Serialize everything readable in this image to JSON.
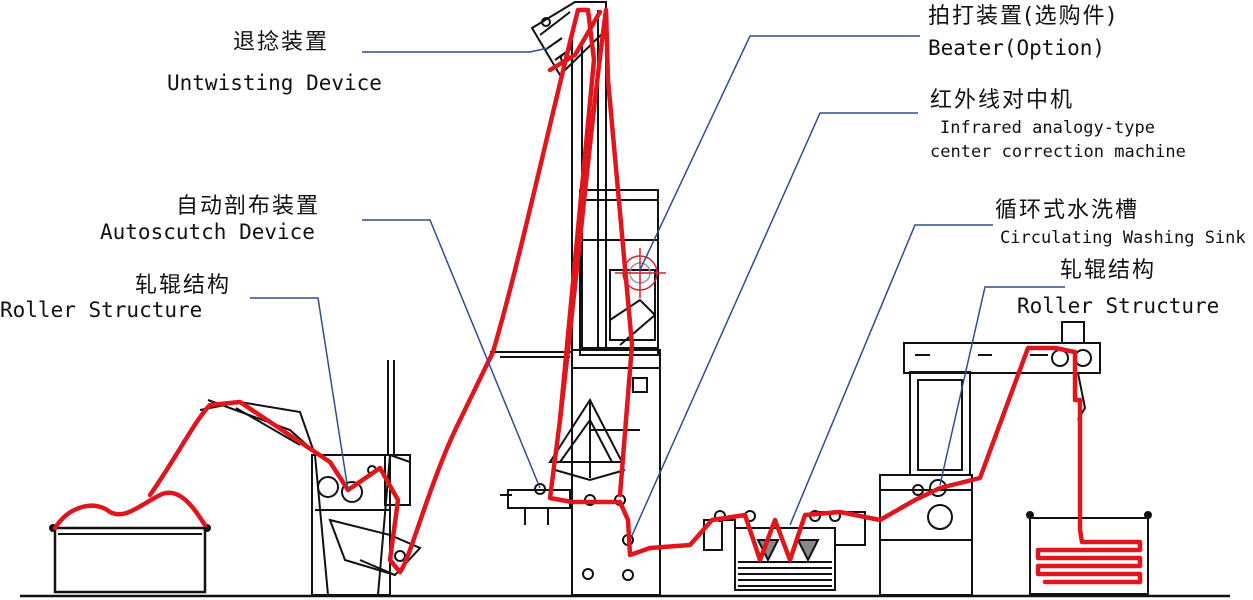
{
  "labels": {
    "untwisting": {
      "zh": "退捻装置",
      "en": "Untwisting Device"
    },
    "autoscutch": {
      "zh": "自动剖布装置",
      "en": "Autoscutch Device"
    },
    "roller_left": {
      "zh": "轧辊结构",
      "en": "Roller Structure"
    },
    "beater": {
      "zh": "拍打装置(选购件)",
      "en": "Beater(Option)"
    },
    "infrared": {
      "zh": "红外线对中机",
      "en_line1": "Infrared analogy-type",
      "en_line2": "center correction machine"
    },
    "washing": {
      "zh": "循环式水洗槽",
      "en": "Circulating Washing Sink"
    },
    "roller_right": {
      "zh": "轧辊结构",
      "en": "Roller Structure"
    }
  },
  "colors": {
    "fabric": "#e0161d",
    "leader": "#2e4f8c",
    "machine": "#111111"
  }
}
